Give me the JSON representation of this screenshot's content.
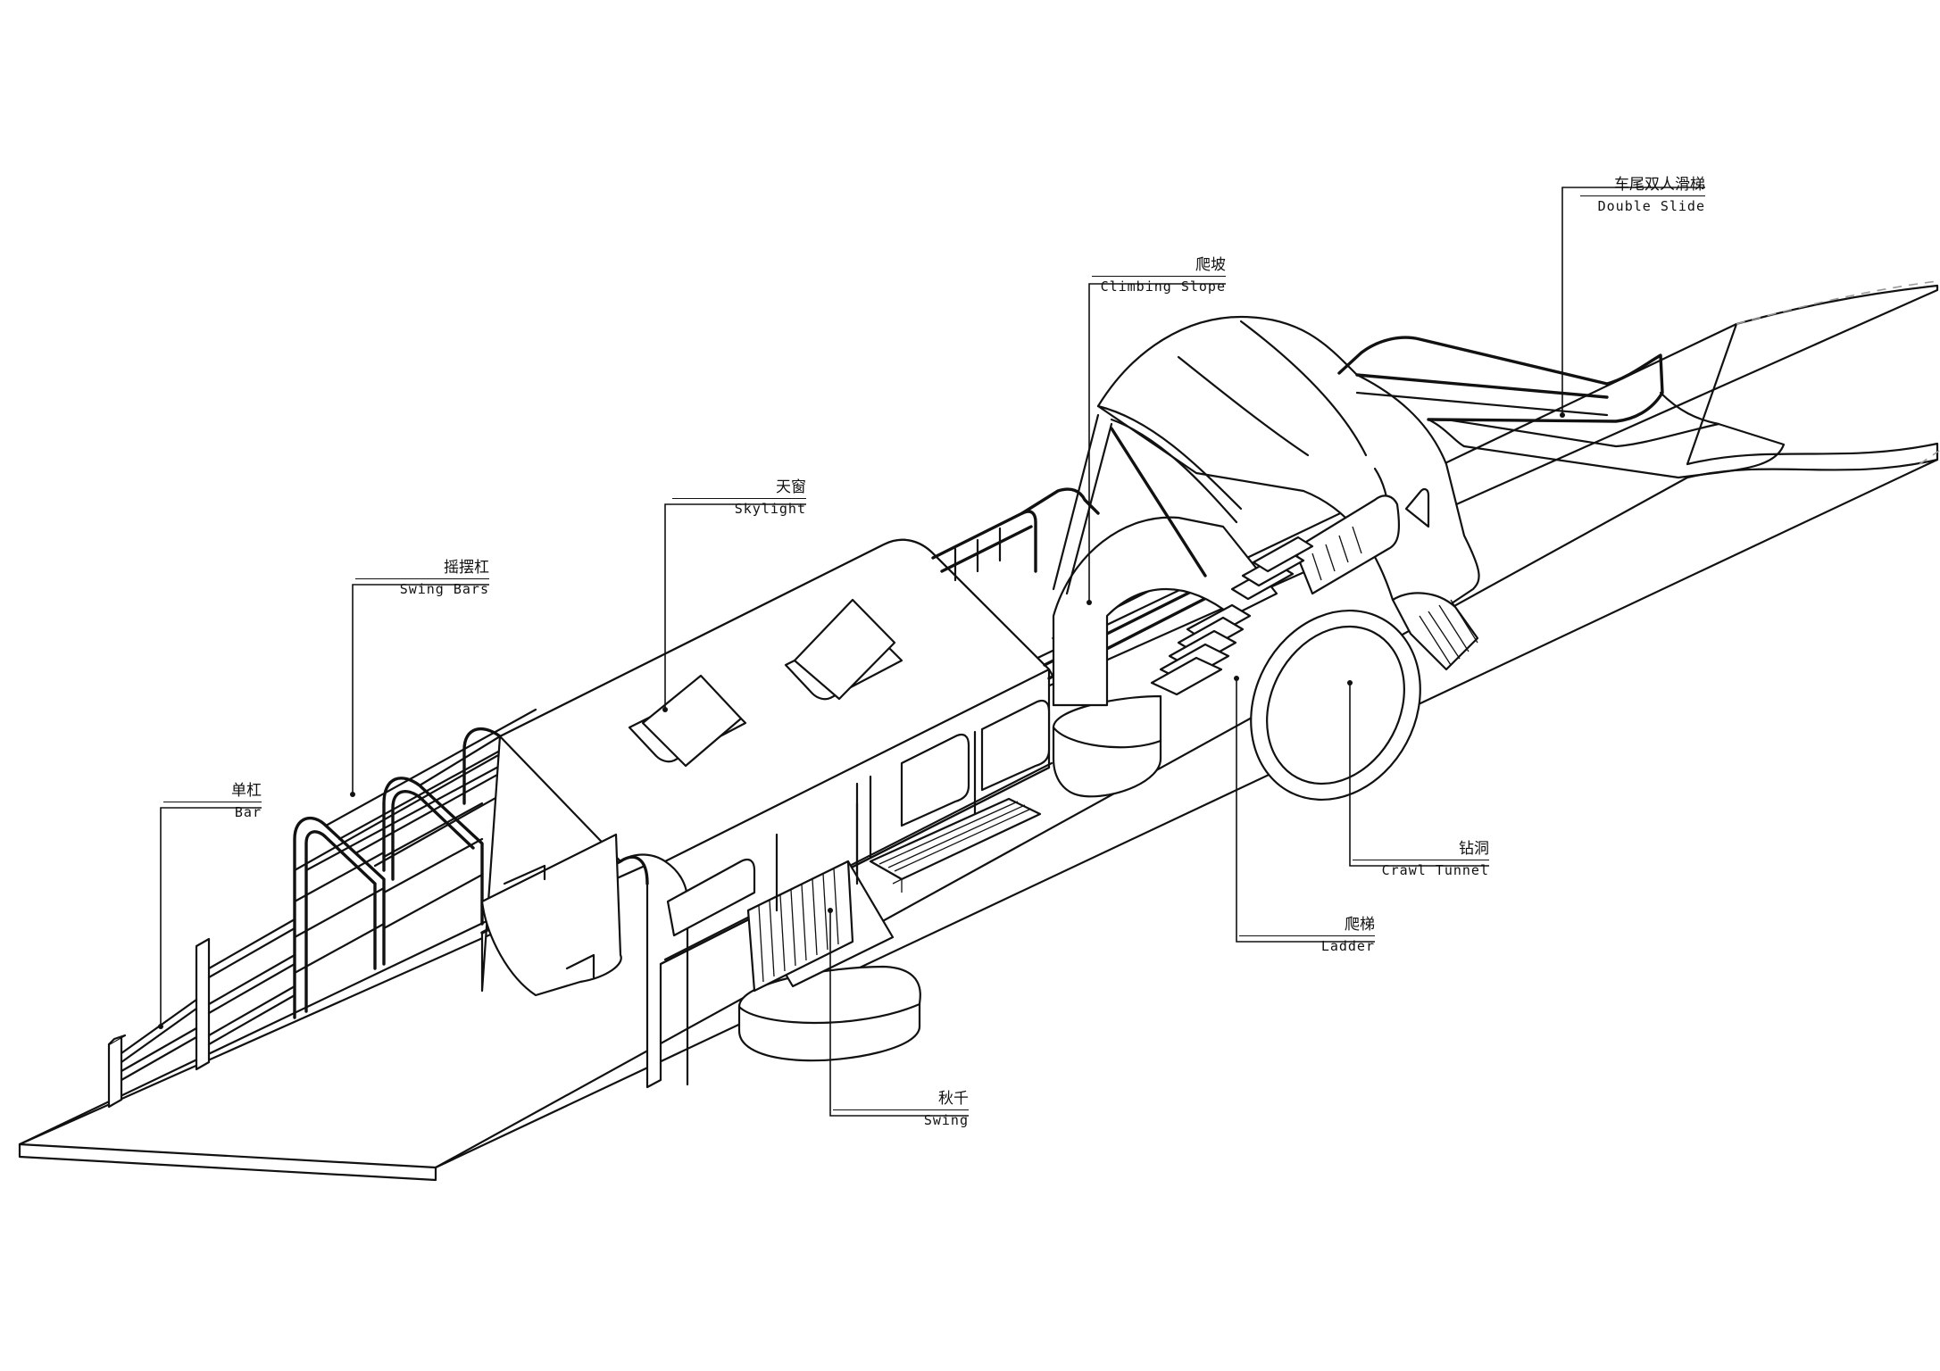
{
  "labels": {
    "double_slide": {
      "zh": "车尾双人滑梯",
      "en": "Double Slide"
    },
    "climbing_slope": {
      "zh": "爬坡",
      "en": "Climbing Slope"
    },
    "skylight": {
      "zh": "天窗",
      "en": "Skylight"
    },
    "swing_bars": {
      "zh": "摇摆杠",
      "en": "Swing Bars"
    },
    "bar": {
      "zh": "单杠",
      "en": "Bar"
    },
    "crawl_tunnel": {
      "zh": "钻洞",
      "en": "Crawl Tunnel"
    },
    "ladder": {
      "zh": "爬梯",
      "en": "Ladder"
    },
    "swing": {
      "zh": "秋千",
      "en": "Swing"
    }
  }
}
